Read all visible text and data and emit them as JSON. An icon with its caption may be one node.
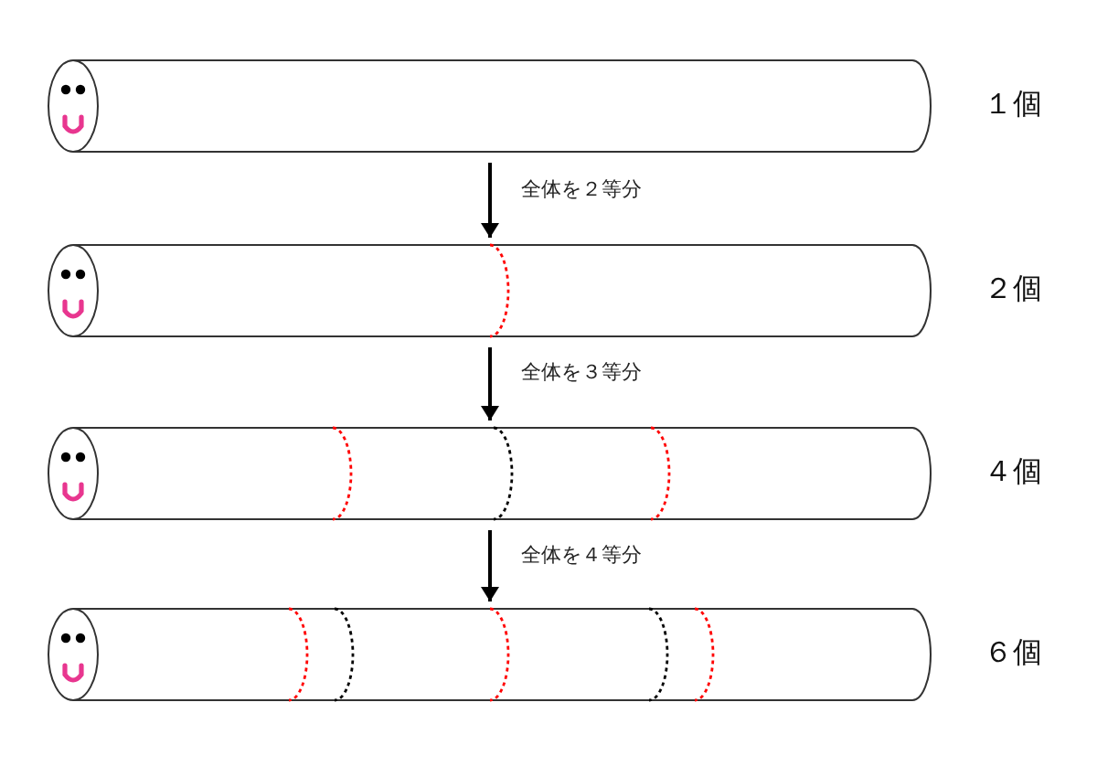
{
  "diagram": {
    "nodes": [
      {
        "text": [],
        "shape": "cylinder",
        "beside": [
          "１個"
        ]
      },
      {
        "text": [],
        "shape": "cylinder",
        "beside": [
          "２個"
        ]
      },
      {
        "text": [],
        "shape": "cylinder",
        "beside": [
          "４個"
        ]
      },
      {
        "text": [],
        "shape": "cylinder",
        "beside": [
          "６個"
        ]
      }
    ],
    "edges": [
      {
        "from": 0,
        "to": 1,
        "arrow": "to",
        "label": "全体を２等分"
      },
      {
        "from": 1,
        "to": 2,
        "arrow": "to",
        "label": "全体を３等分"
      },
      {
        "from": 2,
        "to": 3,
        "arrow": "to",
        "label": "全体を４等分"
      }
    ]
  }
}
